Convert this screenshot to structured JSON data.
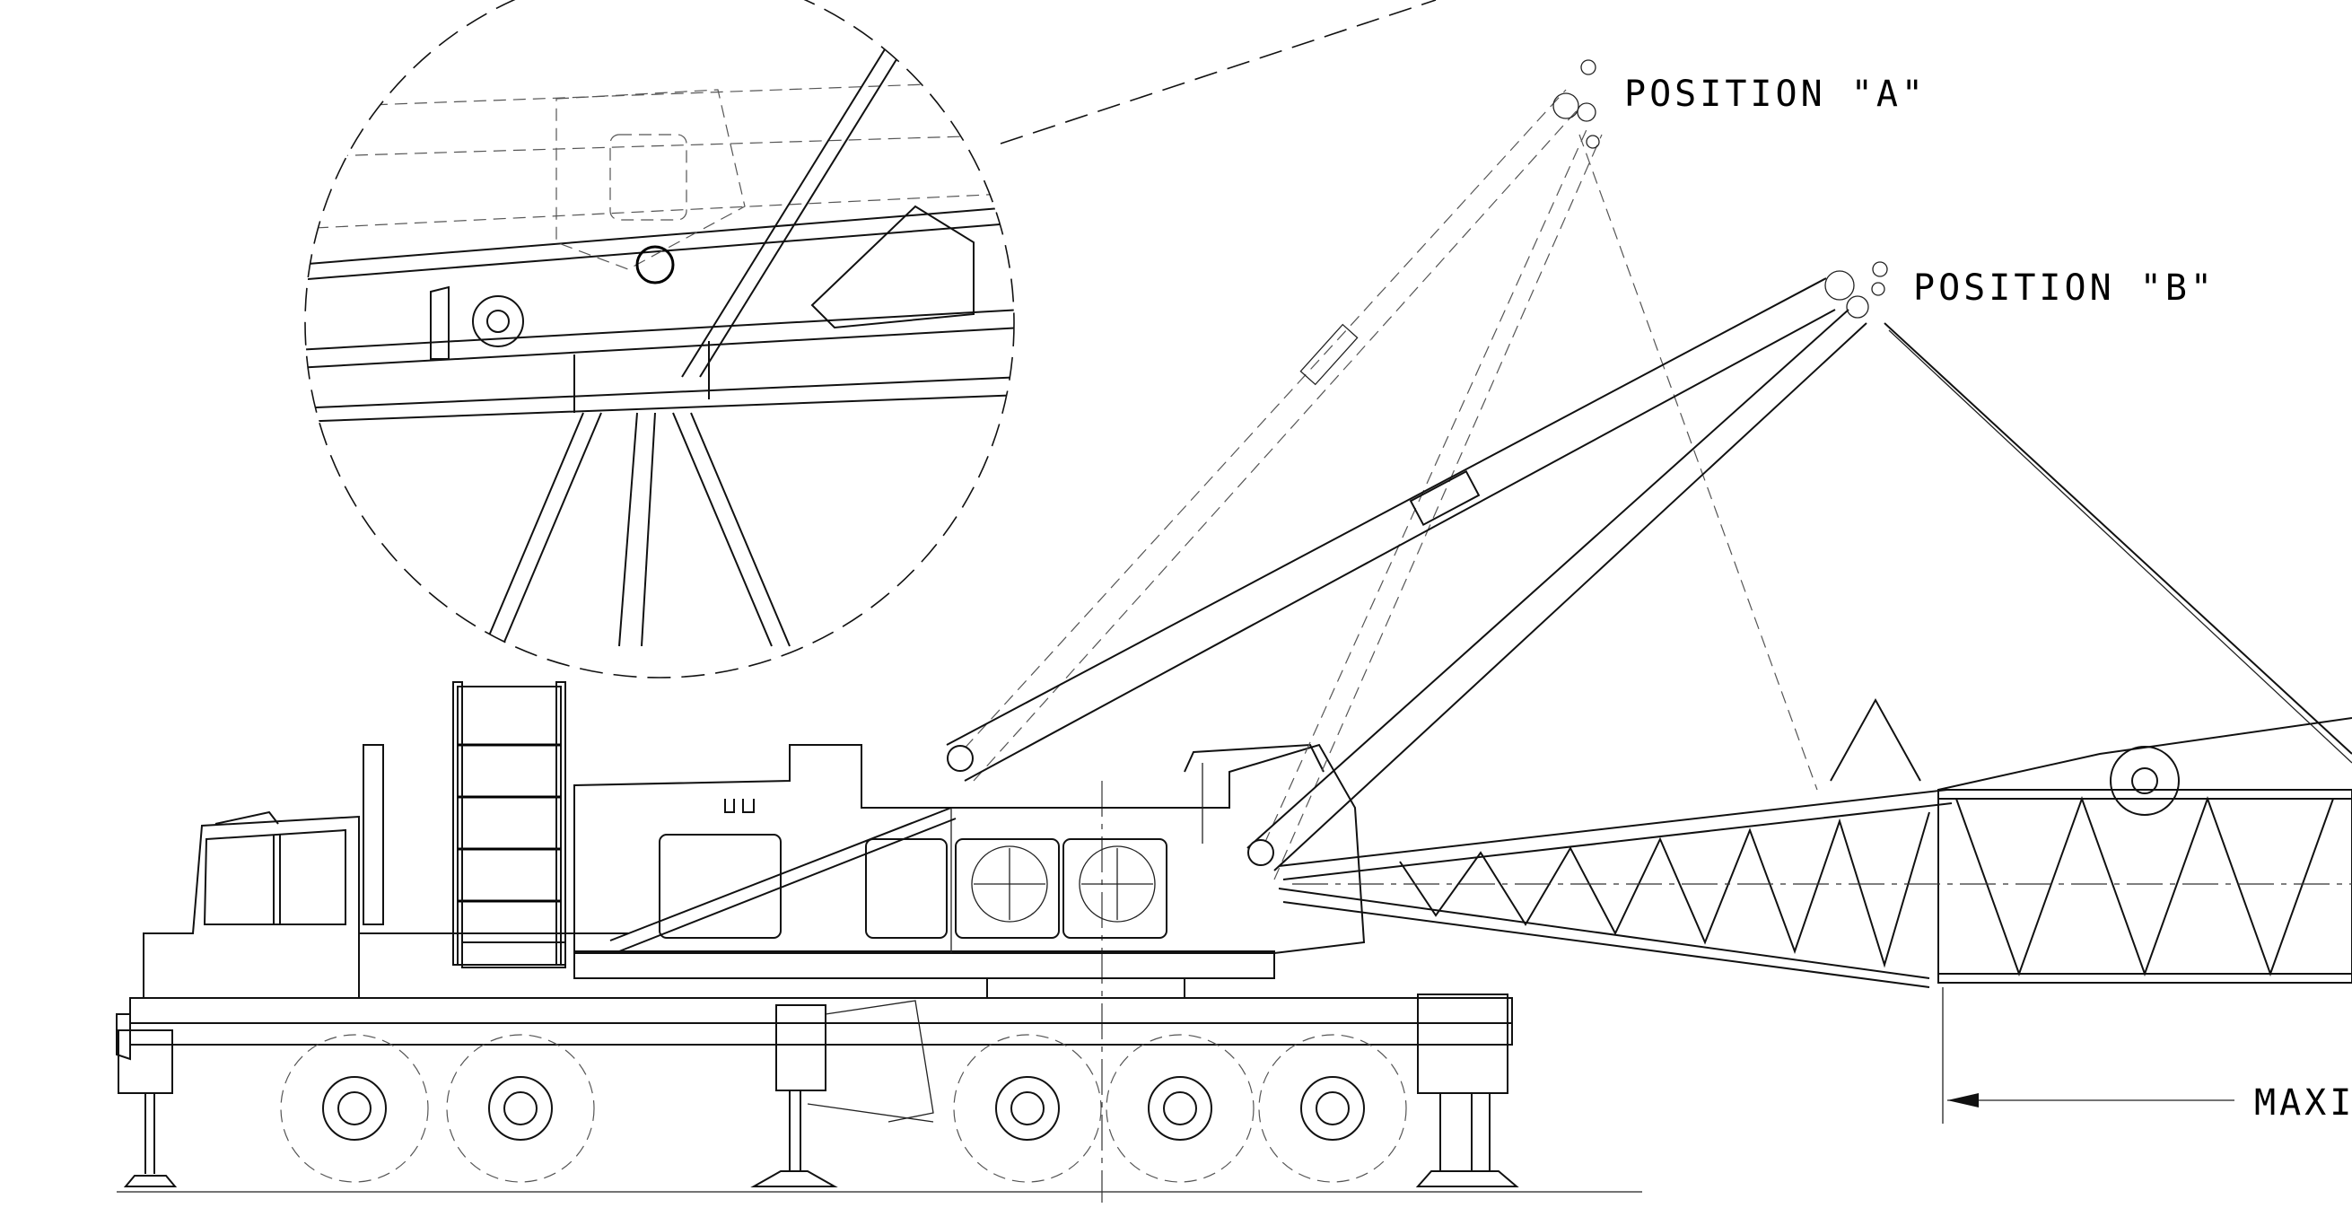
{
  "labels": {
    "position_a": "POSITION \"A\"",
    "position_b": "POSITION \"B\"",
    "dimension_partial": "MAXI"
  },
  "colors": {
    "background": "#ffffff",
    "line": "#111111"
  },
  "icons": {
    "detail_callout": "magnified-detail-circle",
    "dimension_arrow": "arrow-left-icon"
  }
}
